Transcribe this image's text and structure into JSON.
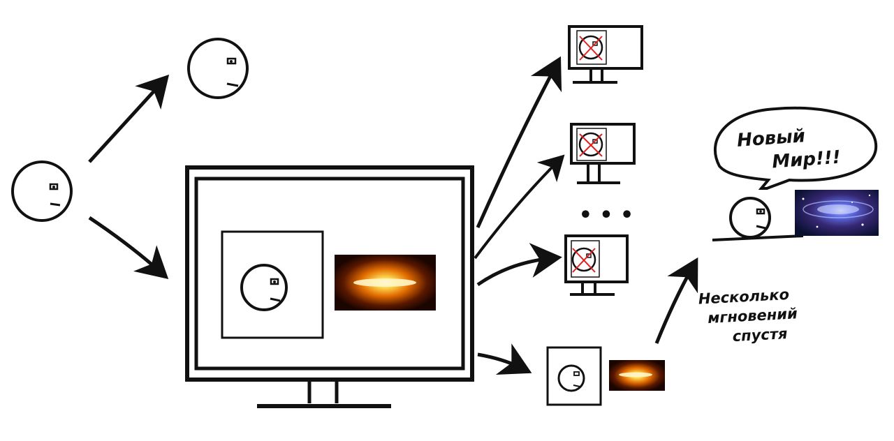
{
  "speech_bubble": {
    "line1": "Новый",
    "line2": "Мир!!!"
  },
  "time_label": {
    "line1": "Несколько",
    "line2": "мгновений",
    "line3": "спустя"
  },
  "ellipsis": "• • •",
  "colors": {
    "ink": "#111111",
    "cross": "#e02020",
    "flash_core": "#fff6c8",
    "flash_glow": "#ff9a00",
    "space_bg": "#0a1030",
    "space_glow": "#6a7bff"
  }
}
